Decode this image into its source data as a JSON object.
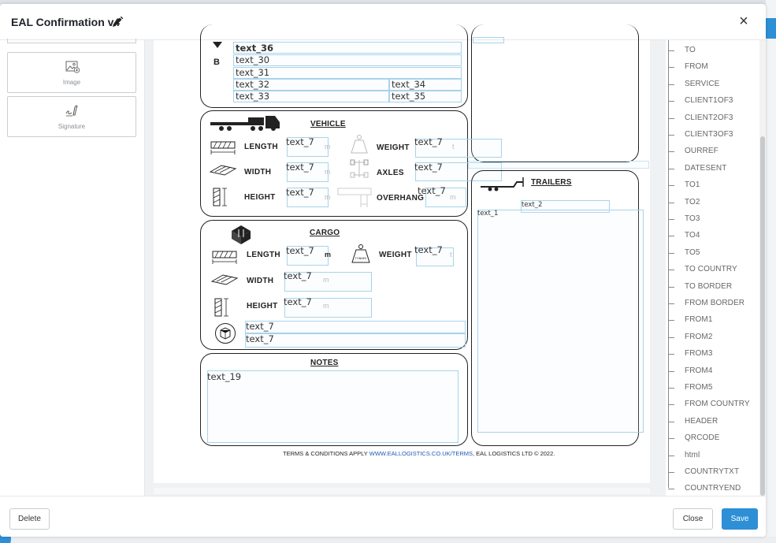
{
  "modal": {
    "title": "EAL Confirmation v4"
  },
  "palette": {
    "items": [
      {
        "label": "Image",
        "icon": "image-icon"
      },
      {
        "label": "Signature",
        "icon": "signature-icon"
      }
    ]
  },
  "document": {
    "top_section": {
      "row_label": "B",
      "fields": [
        "text_36",
        "text_30",
        "text_31",
        "text_32",
        "text_34",
        "text_33",
        "text_35"
      ]
    },
    "vehicle": {
      "heading": "VEHICLE",
      "length_label": "LENGTH",
      "width_label": "WIDTH",
      "height_label": "HEIGHT",
      "weight_label": "WEIGHT",
      "axles_label": "AXLES",
      "overhang_label": "OVERHANG",
      "length_value": "text_7",
      "width_value": "text_7",
      "height_value": "text_7",
      "weight_value": "text_7",
      "axles_value": "text_7",
      "overhang_value": "text_7",
      "unit_m": "m",
      "unit_t": "t"
    },
    "cargo": {
      "heading": "CARGO",
      "length_label": "LENGTH",
      "width_label": "WIDTH",
      "height_label": "HEIGHT",
      "weight_label": "WEIGHT",
      "length_value": "text_7",
      "width_value": "text_7",
      "height_value": "text_7",
      "weight_value": "text_7",
      "pkg_value_1": "text_7",
      "pkg_value_2": "text_7",
      "unit_m": "m",
      "unit_m_bold": "m",
      "unit_t": "t",
      "weight_icon_text": "TONNES"
    },
    "notes": {
      "heading": "NOTES",
      "value": "text_19"
    },
    "trailers": {
      "heading": "TRAILERS",
      "field_a": "text_2",
      "field_b": "text_1"
    },
    "footer": {
      "prefix": "TERMS & CONDITIONS APPLY ",
      "link": "WWW.EALLOGISTICS.CO.UK/TERMS",
      "suffix": ", EAL LOGISTICS LTD © 2022."
    }
  },
  "field_list": [
    "TO",
    "FROM",
    "SERVICE",
    "CLIENT1OF3",
    "CLIENT2OF3",
    "CLIENT3OF3",
    "OURREF",
    "DATESENT",
    "TO1",
    "TO2",
    "TO3",
    "TO4",
    "TO5",
    "TO COUNTRY",
    "TO BORDER",
    "FROM BORDER",
    "FROM1",
    "FROM2",
    "FROM3",
    "FROM4",
    "FROM5",
    "FROM COUNTRY",
    "HEADER",
    "QRCODE",
    "html",
    "COUNTRYTXT",
    "COUNTRYEND"
  ],
  "footer_buttons": {
    "delete": "Delete",
    "close": "Close",
    "save": "Save"
  },
  "colors": {
    "primary": "#2d8fd6",
    "field_outline": "#a9d3ea",
    "link": "#2258b8"
  }
}
